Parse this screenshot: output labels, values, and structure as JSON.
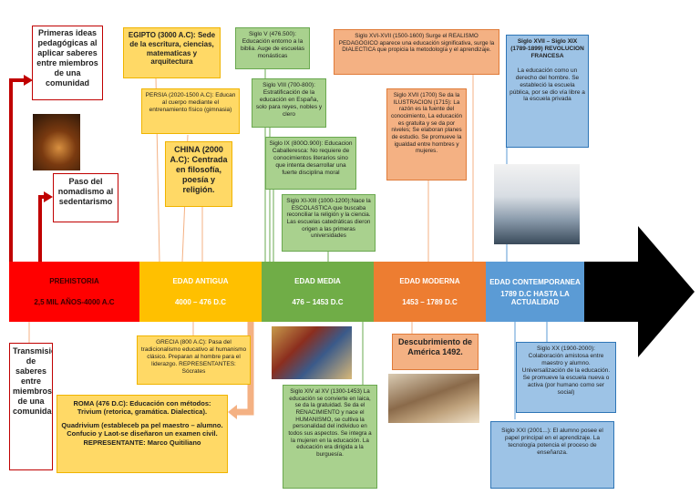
{
  "timeline": {
    "segments": [
      {
        "title": "PREHISTORIA",
        "range": "2,5 MIL AÑOS-4000 A.C",
        "color": "#ff0000"
      },
      {
        "title": "EDAD ANTIGUA",
        "range": "4000 – 476 D.C",
        "color": "#ffc000"
      },
      {
        "title": "EDAD MEDIA",
        "range": "476 – 1453 D.C",
        "color": "#70ad47"
      },
      {
        "title": "EDAD MODERNA",
        "range": "1453 – 1789 D.C",
        "color": "#ed7d31"
      },
      {
        "title": "EDAD CONTEMPORANEA",
        "range": "1789 D.C HASTA LA ACTUALIDAD",
        "color": "#5b9bd5"
      }
    ]
  },
  "prehistoria": {
    "ideas": "Primeras ideas pedagógicas al aplicar saberes entre miembros de una comunidad",
    "nomadismo": "Paso del nomadismo al sedentarismo",
    "transmision": "Transmisión de saberes entre miembros de una comunidad"
  },
  "antigua": {
    "egipto": "EGIPTO (3000 A.C): Sede de la escritura, ciencias, matematicas y arquitectura",
    "persia": "PERSIA (2020-1500 A.C): Educan al cuerpo mediante el entrenamiento físico (gimnasia)",
    "china": "CHINA (2000 A.C): Centrada en filosofía, poesía y religión.",
    "grecia": "GRECIA (800 A.C): Pasa del tradicionalismo educativo al humanismo clásico. Preparan al hombre para el liderazgo. REPRESENTANTES: Sócrates",
    "roma_title": "ROMA (476 D.C): Educación con métodos: Trivium (retorica, gramática. Dialectica).",
    "roma_body": "Quadrivium (estableceb pa pel maestro – alumno. Confucio y Laot-se diseñaron un examen civil. REPRESENTANTE: Marco Quitiliano"
  },
  "media": {
    "siglo5": "Siglo V (476.500): Educación entorno a la biblia. Auge de escuelas monásticas",
    "siglo8": "Siglo VIII (700-800): Estratificación de la educación en España, solo para reyes, nobles y clero",
    "siglo9": "Siglo IX (800O.900): Educacion Caballeresca: No requiere de conocimientos literarios sino que intenta desarrollar una fuerte disciplina moral",
    "siglo11": "Siglo XI-XIII (1000-1200):Nace la ESCOLASTICA que buscaba reconciliar la religión y la ciencia. Las escuelas catedráticas dieron origen a las primeras universidades",
    "siglo14": "Siglo XIV al XV (1300-1453) La educación se convierte en laica, se da la gratuidad. Se da el RENACIMIENTO y nace el HUMANISMO, se cultiva la personalidad del individuo en todos sus aspectos. Se integra a la mujeren en la educación. La educación era dirigida a la burguesía."
  },
  "moderna": {
    "siglo16": "Siglo XVI-XVII (1500-1600) Surge el REALISMO PEDAGOGICO aparece una educación significativa, surge la DIALECTICA que propicia la metodología y el aprendizaje.",
    "siglo17": "Siglo XVII (1700) Se da la ILUSTRACION (1715): La razón es la fuente del conocimiento, La educación es gratuita y se da por niveles; Se elaboran planes de estudio. Se promueve la igualdad entre hombres y mujeres.",
    "america": "Descubrimiento de América 1492."
  },
  "contemporanea": {
    "siglo17": "Siglo XVII – Siglo XIX (1789-1899) REVOLUCION FRANCESA",
    "siglo17_body": "La educación como un derecho del hombre. Se estableció la escuela pública, por se dio vía libre a la escuela privada",
    "siglo20": "Siglo XX (1900-2000): Colaboración amistosa entre maestro y alumno. Universalización de la educación. Se promueve la escuela nueva o activa (por humano como ser social)",
    "siglo21": "Siglo XXI (2001...): El alumno posee el papel principal en el aprendizaje. La tecnología potencia el proceso de enseñanza."
  }
}
